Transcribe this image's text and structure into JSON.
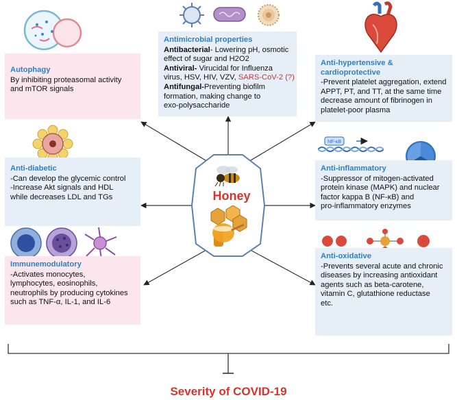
{
  "center": {
    "label": "Honey"
  },
  "outcome": {
    "label": "Severity of COVID-19"
  },
  "boxes": {
    "antimicrobial": {
      "title": "Antimicrobial properties",
      "antibacterial_label": "Antibacterial",
      "antibacterial_text": "- Lowering pH, osmotic",
      "antibacterial_text2": "effect of sugar and H2O2",
      "antiviral_label": "Antiviral-",
      "antiviral_text": " Virucidal for Influenza",
      "antiviral_text2": "virus, HSV, HIV, VZV, ",
      "antiviral_highlight": "SARS-CoV-2 (?)",
      "antifungal_label": "Antifungal-",
      "antifungal_text": "Preventing biofilm",
      "antifungal_text2": "formation, making change to",
      "antifungal_text3": "exo-polysaccharide"
    },
    "autophagy": {
      "title": "Autophagy",
      "lines": [
        "By inhibiting proteasomal activity",
        "and mTOR signals"
      ]
    },
    "antihypertensive": {
      "title": "Anti-hypertensive & cardioprotective",
      "lines": [
        "-Prevent platelet aggregation, extend",
        "APPT, PT, and TT, at the same time",
        "decrease amount of fibrinogen in",
        "platelet-poor plasma"
      ]
    },
    "antidiabetic": {
      "title": "Anti-diabetic",
      "lines": [
        "-Can develop the glycemic control",
        "-Increase Akt signals and HDL",
        "while decreases LDL and TGs"
      ]
    },
    "antiinflammatory": {
      "title": "Anti-inflammatory",
      "lines": [
        "-Suppressor of mitogen-activated",
        "protein kinase (MAPK) and nuclear",
        "factor kappa B (NF-κB)  and",
        "pro-inflammatory enzymes"
      ]
    },
    "immunomodulatory": {
      "title": "Immunemodulatory",
      "lines": [
        "-Activates monocytes,",
        "lymphocytes, eosinophils,",
        "neutrophils by producing cytokines",
        "such as TNF-α, IL-1, and IL-6"
      ]
    },
    "antioxidative": {
      "title": "Anti-oxidative",
      "lines": [
        "-Prevents several acute and chronic",
        "diseases by increasing antioxidant",
        "agents such as beta-carotene,",
        "vitamin C, glutathione reductase",
        "etc."
      ]
    }
  },
  "icons": {
    "nfkb_label": "NF-κB"
  },
  "colors": {
    "title_blue": "#2f7fc1",
    "accent_red": "#d6332e",
    "pink_box": "#fce6ee",
    "blue_box": "#e6eef8"
  }
}
